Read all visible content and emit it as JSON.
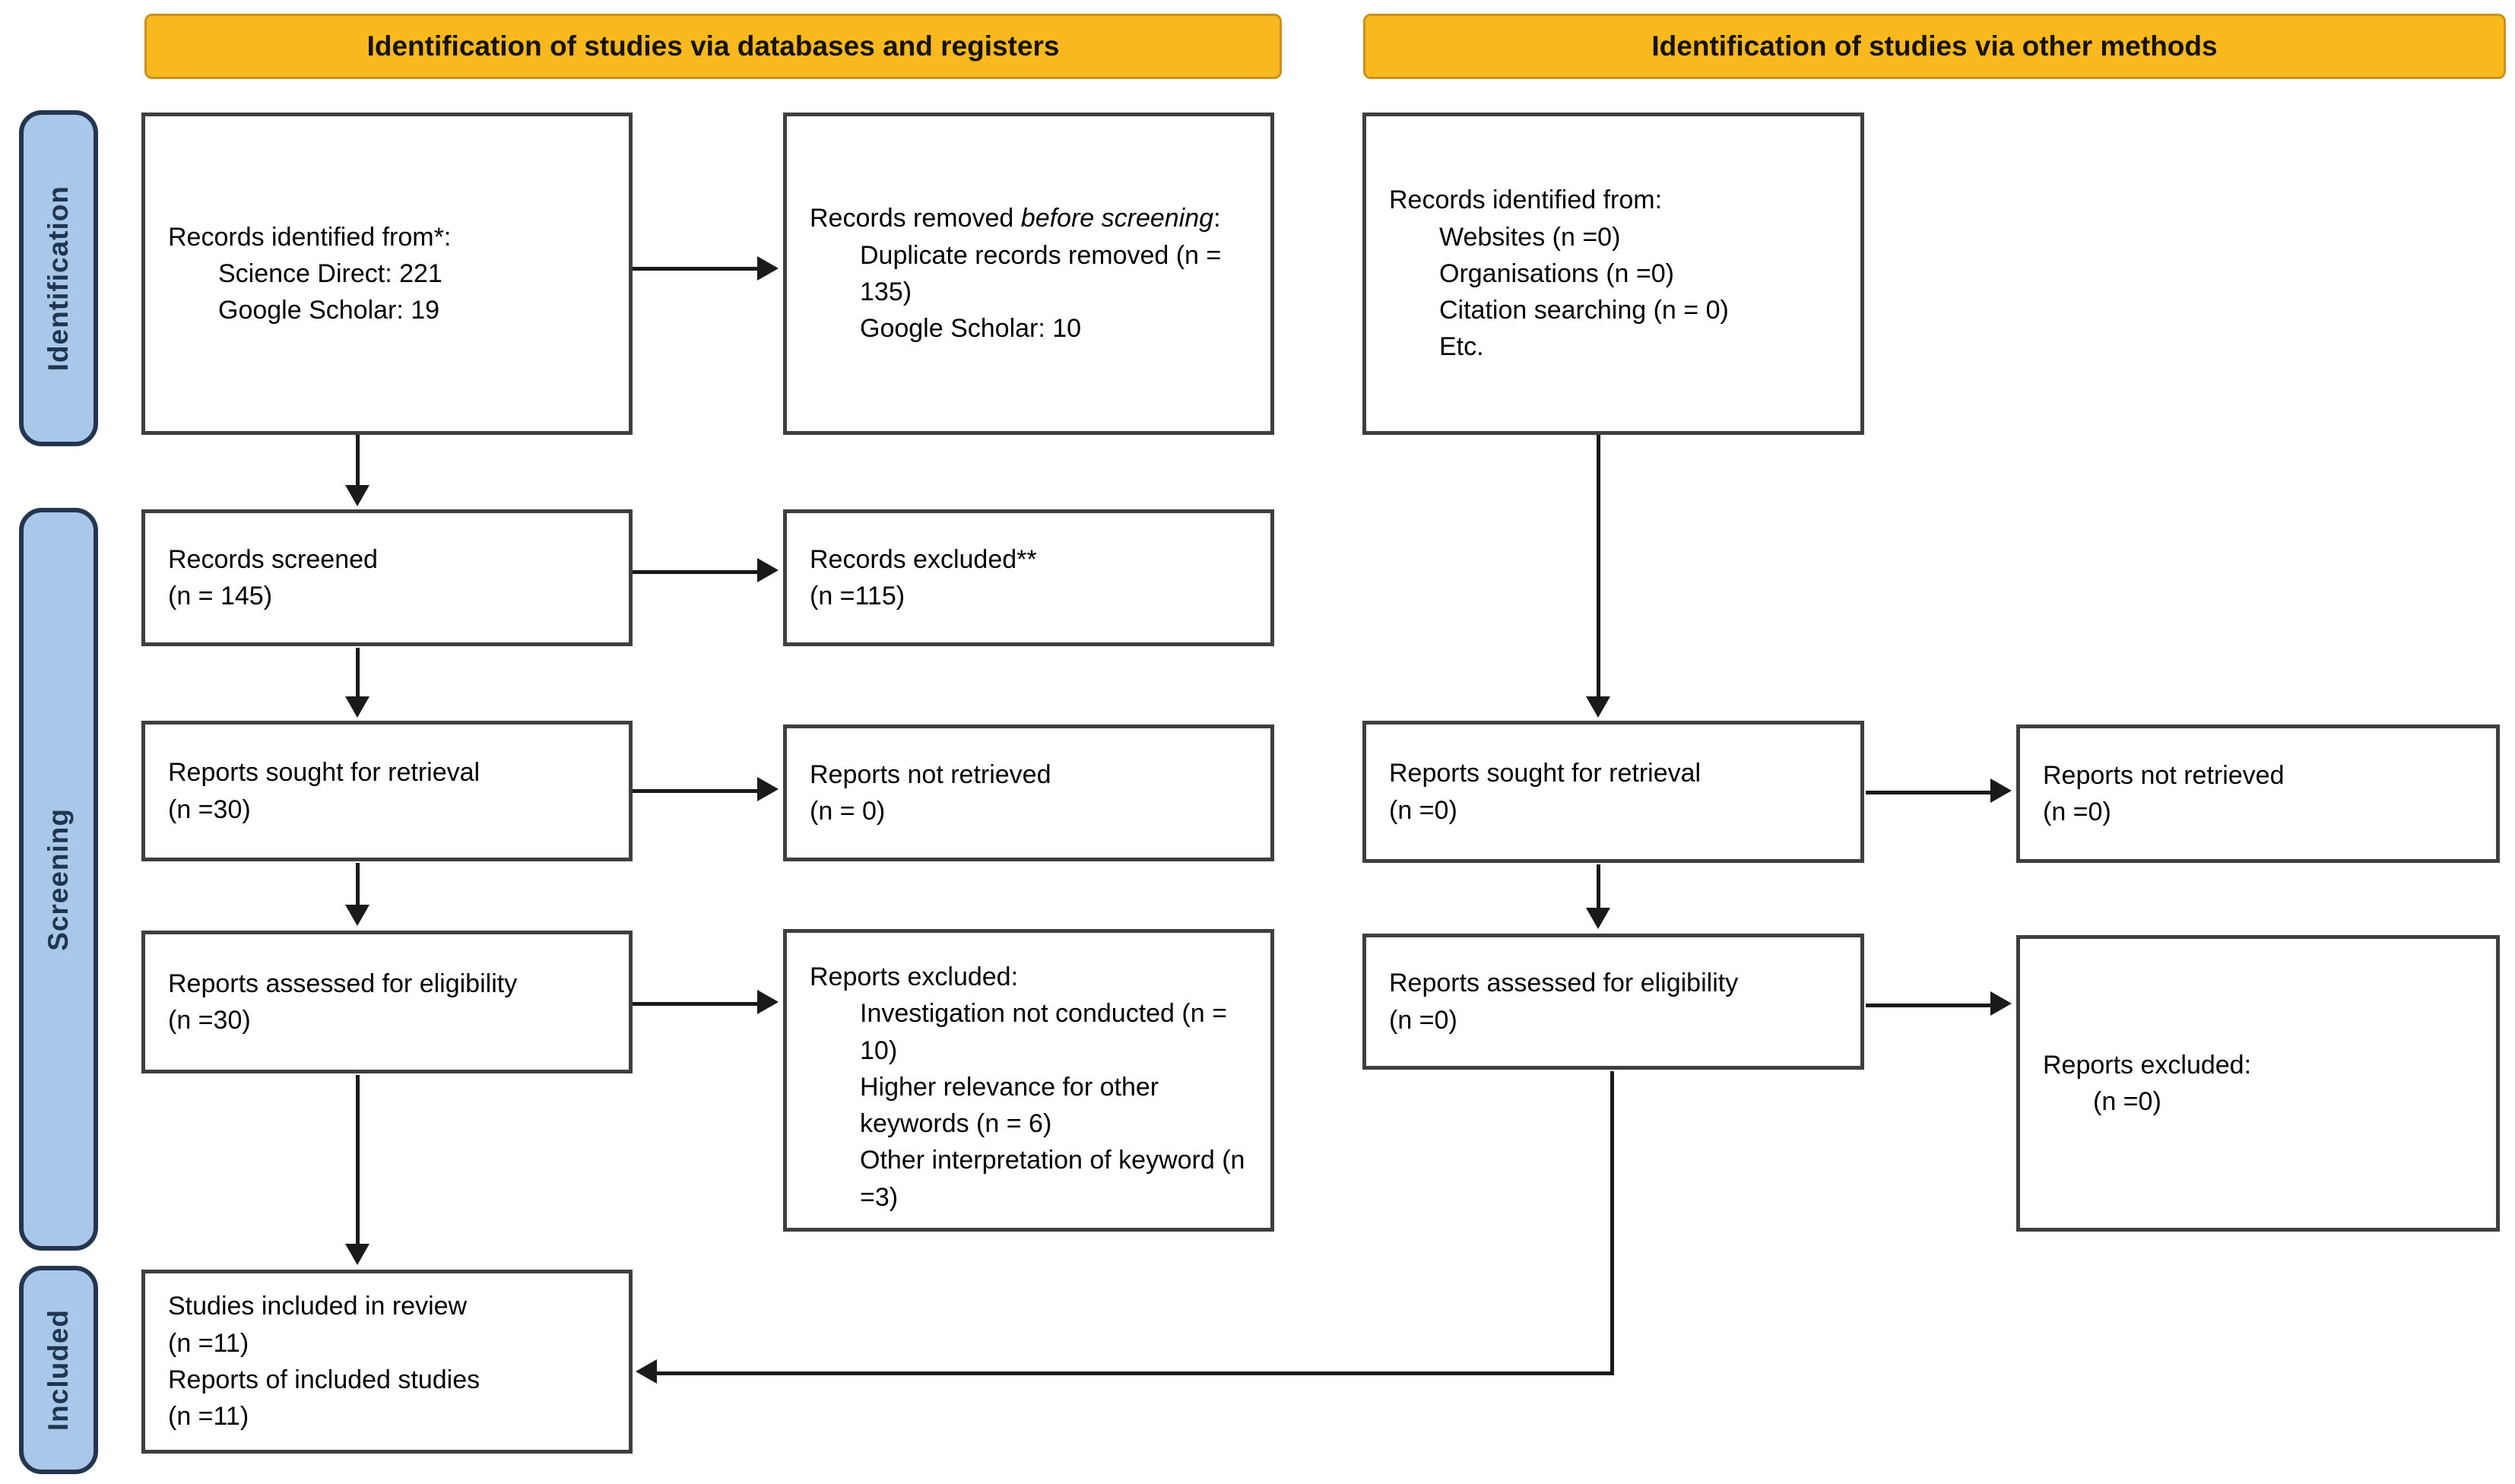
{
  "banners": {
    "left": "Identification of studies via databases and registers",
    "right": "Identification of studies via other methods"
  },
  "stages": {
    "identification": "Identification",
    "screening": "Screening",
    "included": "Included"
  },
  "boxes": {
    "records_identified_db": {
      "title": "Records identified from*:",
      "items": [
        "Science Direct: 221",
        "Google Scholar: 19"
      ]
    },
    "records_removed": {
      "title_pre": "Records removed ",
      "title_italic": "before screening",
      "title_post": ":",
      "items": [
        "Duplicate records removed (n = 135)",
        "Google Scholar: 10"
      ]
    },
    "records_identified_other": {
      "title": "Records identified from:",
      "items": [
        "Websites (n =0)",
        "Organisations (n =0)",
        "Citation searching (n = 0)",
        "Etc."
      ]
    },
    "records_screened": {
      "line1": "Records screened",
      "line2": "(n = 145)"
    },
    "records_excluded": {
      "line1": "Records excluded**",
      "line2": "(n =115)"
    },
    "reports_sought_db": {
      "line1": "Reports sought for retrieval",
      "line2": "(n =30)"
    },
    "reports_not_retrieved_db": {
      "line1": "Reports not retrieved",
      "line2": "(n = 0)"
    },
    "reports_assessed_db": {
      "line1": "Reports assessed for eligibility",
      "line2": "(n =30)"
    },
    "reports_excluded_db": {
      "title": "Reports excluded:",
      "items": [
        "Investigation not conducted (n = 10)",
        "Higher relevance for other keywords (n = 6)",
        "Other interpretation of keyword (n =3)"
      ]
    },
    "reports_sought_other": {
      "line1": "Reports sought for retrieval",
      "line2": "(n =0)"
    },
    "reports_not_retrieved_other": {
      "line1": "Reports not retrieved",
      "line2": "(n =0)"
    },
    "reports_assessed_other": {
      "line1": "Reports assessed for eligibility",
      "line2": "(n =0)"
    },
    "reports_excluded_other": {
      "title": "Reports excluded:",
      "item": "(n =0)"
    },
    "studies_included": {
      "lines": [
        "Studies included in review",
        "(n =11)",
        "Reports of included studies",
        "(n =11)"
      ]
    }
  },
  "colors": {
    "banner_bg": "#F9B81E",
    "banner_border": "#C8921A",
    "stage_bg": "#A9C7E8",
    "stage_border": "#24364F",
    "stage_text": "#1F3550",
    "box_border": "#3F3F3F",
    "arrow": "#1a1a1a",
    "text": "#000000"
  }
}
